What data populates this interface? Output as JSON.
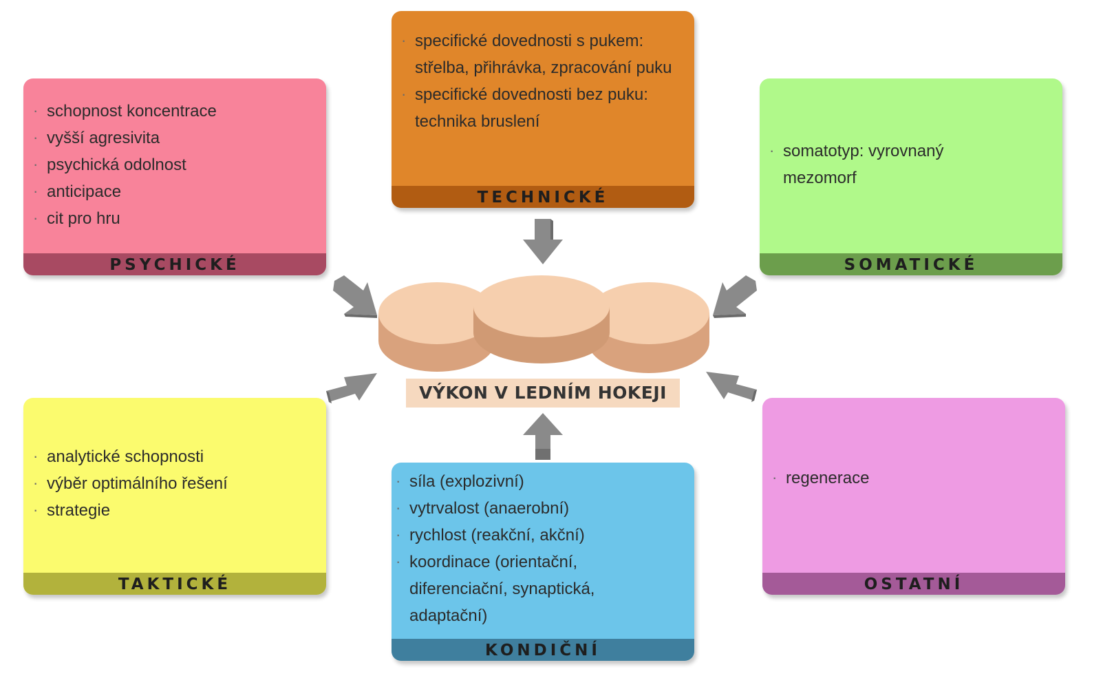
{
  "center": {
    "title": "VÝKON V LEDNÍM HOKEJI"
  },
  "boxes": {
    "psychicke": {
      "label": "PSYCHICKÉ",
      "items": [
        "schopnost koncentrace",
        "vyšší agresivita",
        "psychická odolnost",
        "anticipace",
        "cit pro hru"
      ],
      "color": "#f8839a",
      "footer_color": "#a84a62"
    },
    "technicke": {
      "label": "TECHNICKÉ",
      "items": [
        "specifické dovednosti s pukem: střelba, přihrávka, zpracování puku",
        "specifické dovednosti bez puku: technika bruslení"
      ],
      "color": "#e0862a",
      "footer_color": "#b15c12"
    },
    "somaticke": {
      "label": "SOMATICKÉ",
      "items": [
        "somatotyp: vyrovnaný mezomorf"
      ],
      "color": "#b0f98a",
      "footer_color": "#6c9e4c"
    },
    "takticke": {
      "label": "TAKTICKÉ",
      "items": [
        "analytické schopnosti",
        "výběr optimálního řešení",
        "strategie"
      ],
      "color": "#fbfb6e",
      "footer_color": "#b2b23c"
    },
    "kondicni": {
      "label": "KONDIČNÍ",
      "items": [
        "síla (explozivní)",
        "vytrvalost (anaerobní)",
        "rychlost (reakční, akční)",
        "koordinace (orientační, diferenciační, synaptická, adaptační)"
      ],
      "color": "#6cc5ea",
      "footer_color": "#3f7f9e"
    },
    "ostatni": {
      "label": "OSTATNÍ",
      "items": [
        "regenerace"
      ],
      "color": "#ee9be3",
      "footer_color": "#a45a98"
    }
  }
}
